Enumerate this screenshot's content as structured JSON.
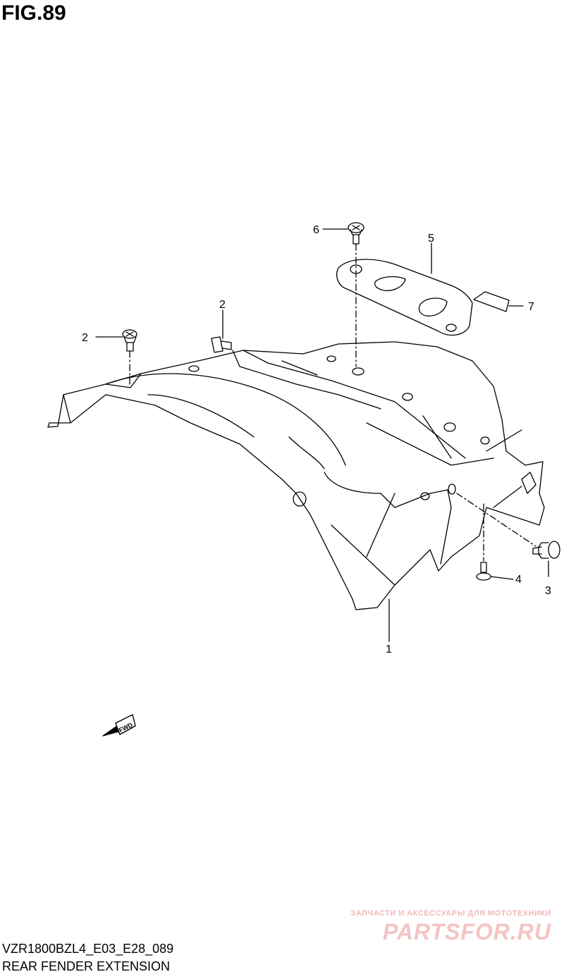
{
  "figure": {
    "title": "FIG.89",
    "fwd_label": "FWD"
  },
  "callouts": [
    {
      "id": "c1",
      "label": "1"
    },
    {
      "id": "c2a",
      "label": "2"
    },
    {
      "id": "c2b",
      "label": "2"
    },
    {
      "id": "c3",
      "label": "3"
    },
    {
      "id": "c4",
      "label": "4"
    },
    {
      "id": "c5",
      "label": "5"
    },
    {
      "id": "c6",
      "label": "6"
    },
    {
      "id": "c7",
      "label": "7"
    }
  ],
  "footer": {
    "code": "VZR1800BZL4_E03_E28_089",
    "name": "REAR FENDER EXTENSION"
  },
  "watermark": {
    "tagline": "ЗАПЧАСТИ И АКСЕССУАРЫ ДЛЯ МОТОТЕХНИКИ",
    "logo": "PARTSFOR.RU"
  },
  "colors": {
    "line": "#000000",
    "background": "#ffffff",
    "watermark": "#f4c4c4"
  }
}
